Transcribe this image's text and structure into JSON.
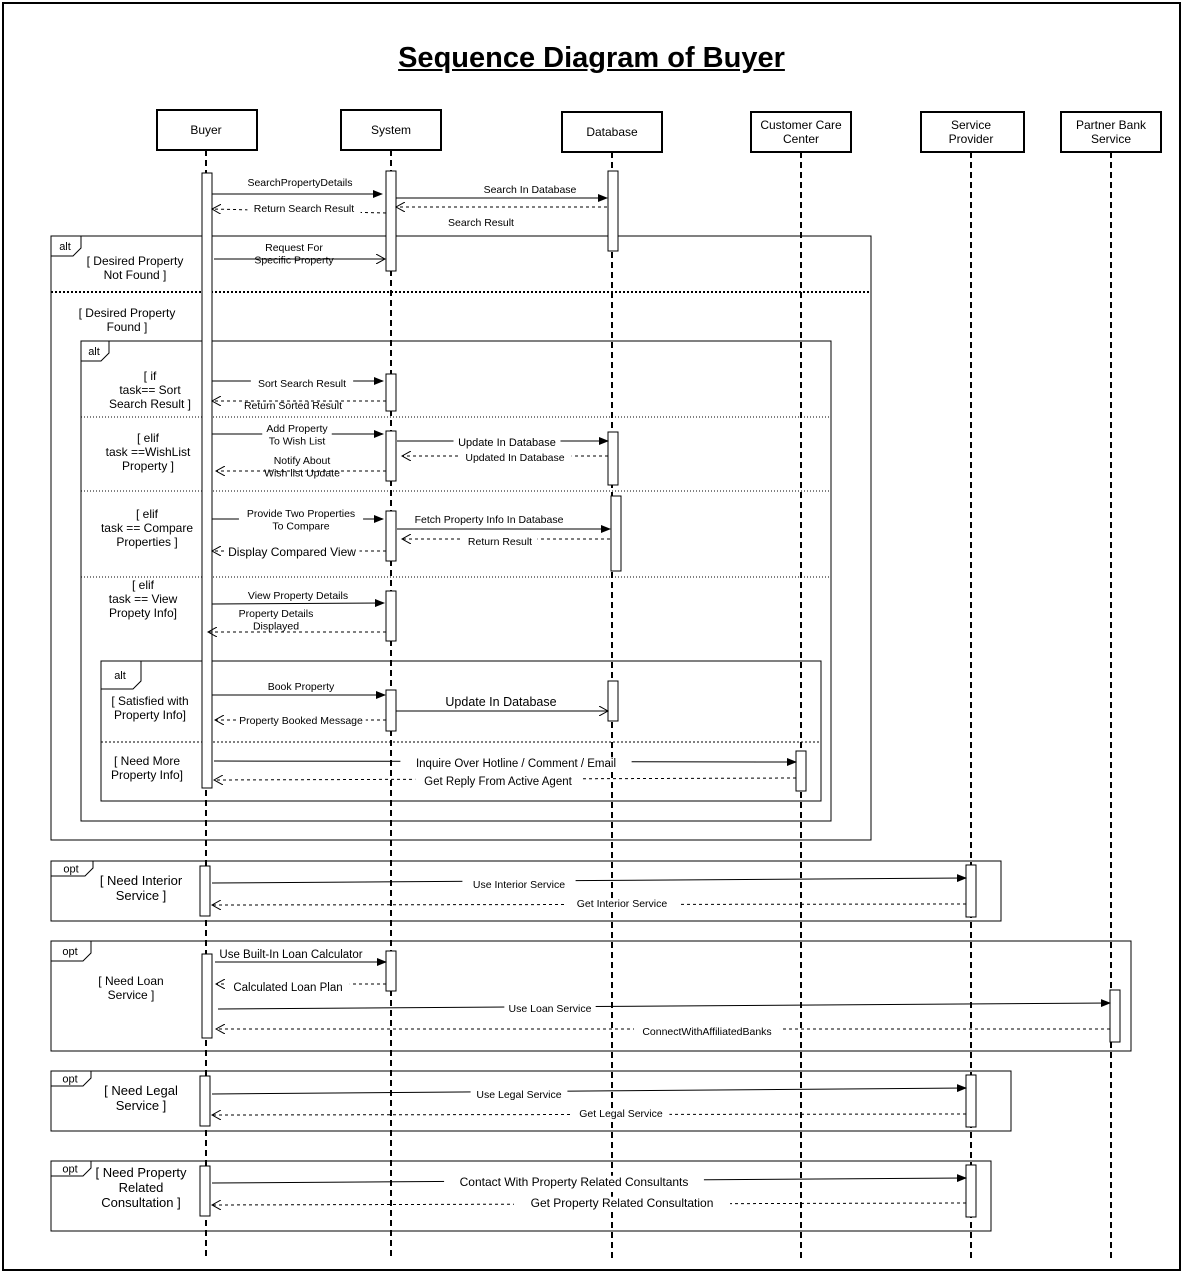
{
  "title": "Sequence Diagram of Buyer",
  "lifelines": [
    {
      "id": "buyer",
      "label": [
        "Buyer"
      ]
    },
    {
      "id": "system",
      "label": [
        "System"
      ]
    },
    {
      "id": "database",
      "label": [
        "Database"
      ]
    },
    {
      "id": "ccc",
      "label": [
        "Customer Care",
        "Center"
      ]
    },
    {
      "id": "sp",
      "label": [
        "Service",
        "Provider"
      ]
    },
    {
      "id": "pbs",
      "label": [
        "Partner Bank",
        "Service"
      ]
    }
  ],
  "fragments": [
    {
      "id": "alt1",
      "kind": "alt"
    },
    {
      "id": "alt2",
      "kind": "alt"
    },
    {
      "id": "alt3",
      "kind": "alt"
    },
    {
      "id": "opt1",
      "kind": "opt"
    },
    {
      "id": "opt2",
      "kind": "opt"
    },
    {
      "id": "opt3",
      "kind": "opt"
    },
    {
      "id": "opt4",
      "kind": "opt"
    }
  ],
  "guards": [
    [
      "[ Desired Property",
      "Not  Found ]"
    ],
    [
      "[ Desired Property",
      "Found ]"
    ],
    [
      "[ if",
      "task== Sort",
      "Search Result ]"
    ],
    [
      "[ elif",
      "task ==WishList",
      "Property ]"
    ],
    [
      "[ elif",
      "task == Compare",
      "Properties ]"
    ],
    [
      "[ elif",
      "task == View",
      "Propety Info]"
    ],
    [
      "[ Satisfied with",
      "Property Info]"
    ],
    [
      "[ Need More",
      "Property Info]"
    ],
    [
      "[ Need Interior",
      "Service ]"
    ],
    [
      "[ Need Loan",
      "Service ]"
    ],
    [
      "[ Need Legal",
      "Service ]"
    ],
    [
      "[ Need Property",
      "Related",
      "Consultation ]"
    ]
  ],
  "messages": [
    {
      "label": [
        "SearchPropertyDetails"
      ],
      "type": "sync"
    },
    {
      "label": [
        "Search In Database"
      ],
      "type": "sync"
    },
    {
      "label": [
        "Return Search Result"
      ],
      "type": "reply"
    },
    {
      "label": [
        "Search Result"
      ],
      "type": "reply"
    },
    {
      "label": [
        "Request For",
        "Specific Property"
      ],
      "type": "async"
    },
    {
      "label": [
        "Sort Search Result"
      ],
      "type": "sync"
    },
    {
      "label": [
        "Return Sorted Result"
      ],
      "type": "reply"
    },
    {
      "label": [
        "Add Property",
        "To Wish List"
      ],
      "type": "sync"
    },
    {
      "label": [
        "Update In Database"
      ],
      "type": "sync"
    },
    {
      "label": [
        "Updated  In Database"
      ],
      "type": "reply"
    },
    {
      "label": [
        "Notify About",
        "Wish list Update"
      ],
      "type": "reply"
    },
    {
      "label": [
        "Provide Two Properties",
        "To Compare"
      ],
      "type": "sync"
    },
    {
      "label": [
        "Fetch Property Info In Database"
      ],
      "type": "sync"
    },
    {
      "label": [
        "Return Result"
      ],
      "type": "reply"
    },
    {
      "label": [
        "Display Compared View"
      ],
      "type": "reply"
    },
    {
      "label": [
        "View Property Details"
      ],
      "type": "sync"
    },
    {
      "label": [
        "Property Details",
        "Displayed"
      ],
      "type": "reply"
    },
    {
      "label": [
        "Book Property"
      ],
      "type": "sync"
    },
    {
      "label": [
        "Update  In Database"
      ],
      "type": "async"
    },
    {
      "label": [
        "Property Booked Message"
      ],
      "type": "reply"
    },
    {
      "label": [
        "Inquire Over Hotline / Comment / Email"
      ],
      "type": "sync"
    },
    {
      "label": [
        "Get Reply From Active Agent"
      ],
      "type": "reply"
    },
    {
      "label": [
        "Use Interior Service"
      ],
      "type": "sync"
    },
    {
      "label": [
        "Get Interior Service"
      ],
      "type": "reply"
    },
    {
      "label": [
        "Use Built-In Loan Calculator"
      ],
      "type": "sync"
    },
    {
      "label": [
        "Calculated Loan Plan"
      ],
      "type": "reply"
    },
    {
      "label": [
        "Use Loan Service"
      ],
      "type": "sync"
    },
    {
      "label": [
        "ConnectWithAffiliatedBanks"
      ],
      "type": "reply"
    },
    {
      "label": [
        "Use Legal Service"
      ],
      "type": "sync"
    },
    {
      "label": [
        "Get Legal Service"
      ],
      "type": "reply"
    },
    {
      "label": [
        "Contact With Property Related Consultants"
      ],
      "type": "sync"
    },
    {
      "label": [
        "Get  Property Related Consultation"
      ],
      "type": "reply"
    }
  ]
}
